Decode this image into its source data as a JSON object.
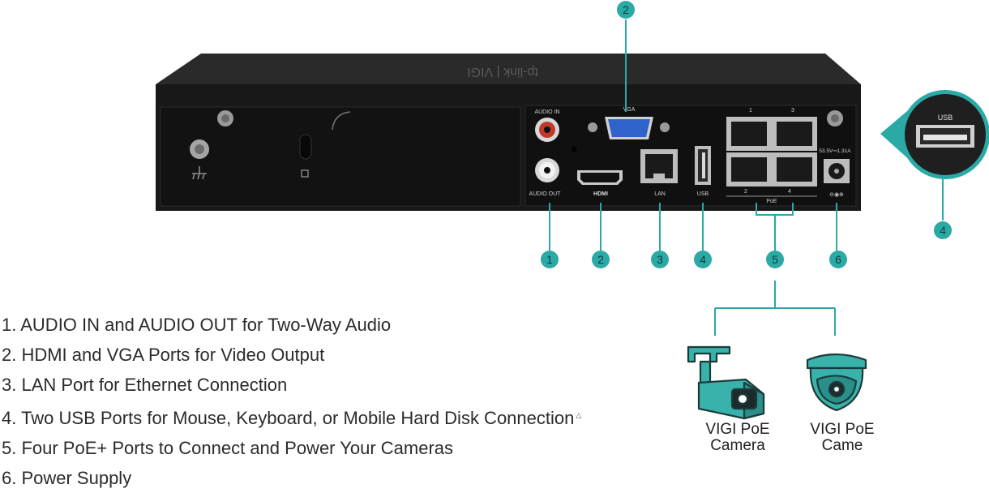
{
  "colors": {
    "accent": "#2aa9a5",
    "device_body": "#1c1c1c",
    "device_panel": "#111111",
    "line": "#2aa9a5",
    "camera_fill": "#39b2ac"
  },
  "device": {
    "brand_text": "tp-link | VIGI",
    "port_labels": {
      "audio_in": "AUDIO IN",
      "audio_out": "AUDIO OUT",
      "vga": "VGA",
      "hdmi": "HDMI",
      "lan": "LAN",
      "usb": "USB",
      "poe": "PoE",
      "poe_1": "1",
      "poe_2": "2",
      "poe_3": "3",
      "poe_4": "4",
      "power_rating": "53.5V⎓1.31A"
    }
  },
  "inset": {
    "label": "USB"
  },
  "callouts": {
    "top_vga": "2",
    "audio": "1",
    "hdmi": "2",
    "lan": "3",
    "usb": "4",
    "poe": "5",
    "power": "6",
    "front_usb": "4"
  },
  "legend": [
    {
      "text": "1. AUDIO IN and AUDIO OUT for Two-Way Audio",
      "mark": ""
    },
    {
      "text": "2. HDMI and VGA Ports for Video Output",
      "mark": ""
    },
    {
      "text": "3. LAN Port for Ethernet Connection",
      "mark": ""
    },
    {
      "text": "4. Two USB Ports for Mouse, Keyboard, or Mobile Hard Disk Connection",
      "mark": "△"
    },
    {
      "text": "5. Four PoE+ Ports to Connect and Power Your Cameras",
      "mark": ""
    },
    {
      "text": "6. Power Supply",
      "mark": ""
    }
  ],
  "cameras": [
    {
      "line1": "VIGI PoE",
      "line2": "Camera",
      "icon": "bullet-camera-icon"
    },
    {
      "line1": "VIGI PoE",
      "line2": "Came",
      "icon": "turret-camera-icon"
    }
  ]
}
